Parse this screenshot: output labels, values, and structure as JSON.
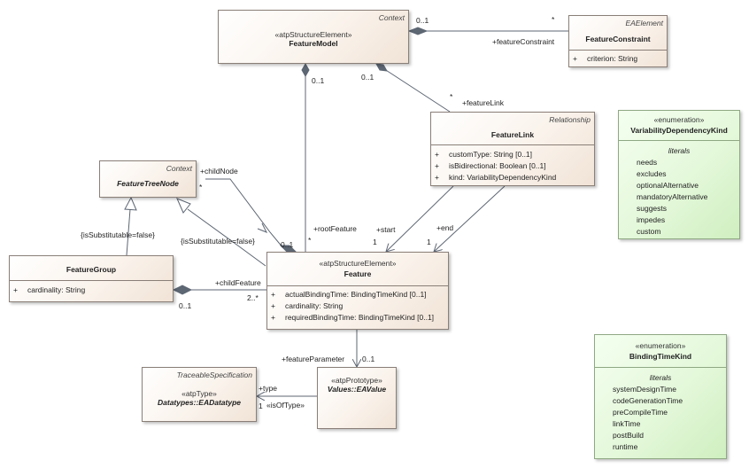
{
  "classes": {
    "feature_model": {
      "corner": "Context",
      "stereotype": "«atpStructureElement»",
      "name": "FeatureModel"
    },
    "feature_constraint": {
      "corner": "EAElement",
      "name": "FeatureConstraint",
      "attrs": [
        {
          "vis": "+",
          "text": "criterion: String"
        }
      ]
    },
    "feature_link": {
      "corner": "Relationship",
      "name": "FeatureLink",
      "attrs": [
        {
          "vis": "+",
          "text": "customType: String [0..1]"
        },
        {
          "vis": "+",
          "text": "isBidirectional: Boolean [0..1]"
        },
        {
          "vis": "+",
          "text": "kind: VariabilityDependencyKind"
        }
      ]
    },
    "feature_tree_node": {
      "corner": "Context",
      "name": "FeatureTreeNode"
    },
    "feature_group": {
      "name": "FeatureGroup",
      "attrs": [
        {
          "vis": "+",
          "text": "cardinality: String"
        }
      ]
    },
    "feature": {
      "stereotype": "«atpStructureElement»",
      "name": "Feature",
      "attrs": [
        {
          "vis": "+",
          "text": "actualBindingTime: BindingTimeKind [0..1]"
        },
        {
          "vis": "+",
          "text": "cardinality: String"
        },
        {
          "vis": "+",
          "text": "requiredBindingTime: BindingTimeKind [0..1]"
        }
      ]
    },
    "traceable_spec": {
      "corner": "TraceableSpecification",
      "stereotype": "«atpType»",
      "name": "Datatypes::EADatatype"
    },
    "ea_value": {
      "stereotype": "«atpPrototype»",
      "name": "Values::EAValue"
    },
    "variability_enum": {
      "stereotype": "«enumeration»",
      "name": "VariabilityDependencyKind",
      "literals_title": "literals",
      "literals": [
        "needs",
        "excludes",
        "optionalAlternative",
        "mandatoryAlternative",
        "suggests",
        "impedes",
        "custom"
      ]
    },
    "binding_enum": {
      "stereotype": "«enumeration»",
      "name": "BindingTimeKind",
      "literals_title": "literals",
      "literals": [
        "systemDesignTime",
        "codeGenerationTime",
        "preCompileTime",
        "linkTime",
        "postBuild",
        "runtime"
      ]
    }
  },
  "labels": {
    "fm_mult_0_1_a": "0..1",
    "fc_mult_star": "*",
    "feature_constraint_role": "+featureConstraint",
    "fm_mult_0_1_b": "0..1",
    "fm_mult_0_1_c": "0..1",
    "fl_mult_star": "*",
    "feature_link_role": "+featureLink",
    "child_node_role": "+childNode",
    "child_node_mult": "*",
    "root_feature_role": "+rootFeature",
    "root_feature_mult": "*",
    "child_node_feature_mult": "0..1",
    "start_role": "+start",
    "start_mult": "1",
    "end_role": "+end",
    "end_mult": "1",
    "substitutable_1": "{isSubstitutable=false}",
    "substitutable_2": "{isSubstitutable=false}",
    "child_feature_role": "+childFeature",
    "child_feature_mult": "2..*",
    "group_mult": "0..1",
    "feature_parameter_role": "+featureParameter",
    "feature_parameter_mult": "0..1",
    "type_role": "+type",
    "type_mult": "1",
    "is_of_type": "«isOfType»"
  },
  "colors": {
    "line": "#5d6673",
    "class_border": "#8a7f78",
    "enum_border": "#8fa883",
    "class_fill": "#f1e3d6",
    "enum_fill": "#cfefc0"
  }
}
